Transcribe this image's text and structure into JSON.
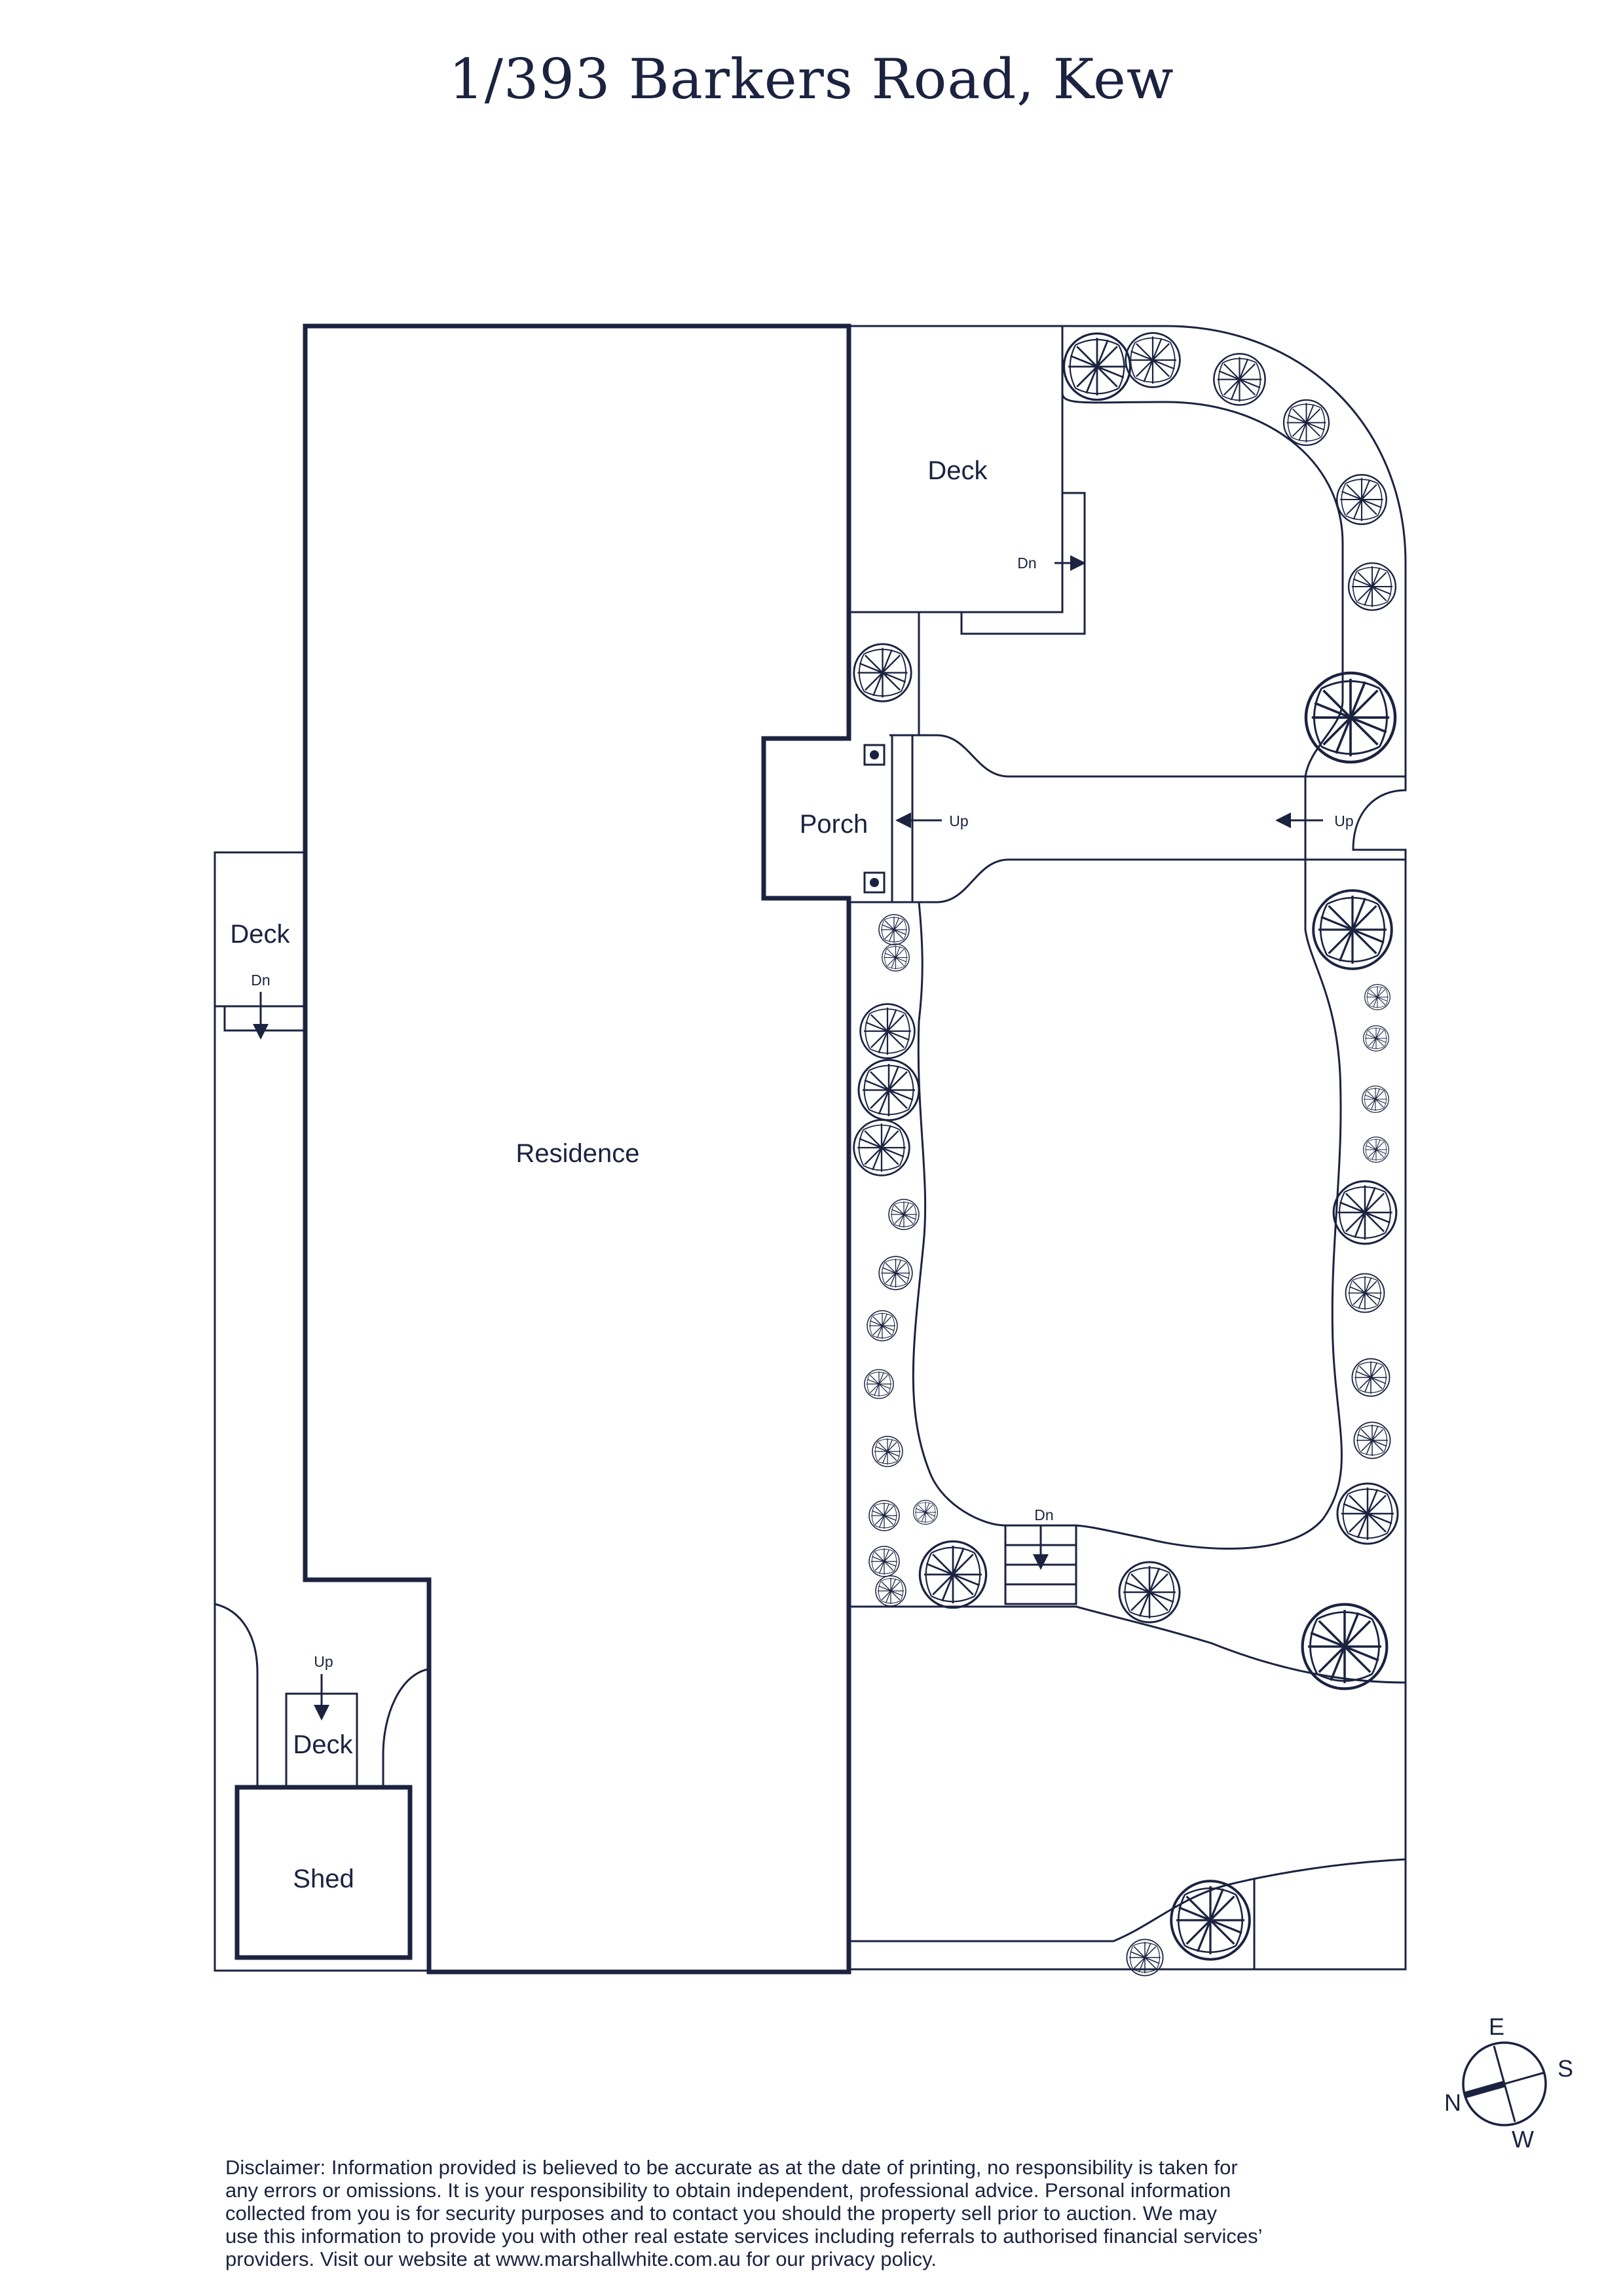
{
  "title": "1/393 Barkers Road, Kew",
  "rooms": {
    "residence": "Residence",
    "porch": "Porch",
    "deck_top": "Deck",
    "deck_left": "Deck",
    "deck_shed": "Deck",
    "shed": "Shed"
  },
  "stairs": {
    "dn_top_deck": "Dn",
    "dn_left_deck": "Dn",
    "dn_garden": "Dn",
    "up_porch": "Up",
    "up_entry": "Up",
    "up_shed_deck": "Up"
  },
  "compass": {
    "n": "N",
    "e": "E",
    "s": "S",
    "w": "W"
  },
  "disclaimer": [
    "Disclaimer: Information provided is believed to be accurate as at the date of printing, no responsibility is taken for",
    "any errors or omissions. It is your responsibility to obtain independent, professional advice. Personal information",
    "collected from you is for security purposes and to contact you should the property sell prior to auction. We may",
    "use this information to provide you with other real estate services including referrals to authorised financial services’",
    "providers. Visit our website at www.marshallwhite.com.au for our privacy policy."
  ],
  "colors": {
    "ink": "#1b2340",
    "background": "#ffffff"
  }
}
